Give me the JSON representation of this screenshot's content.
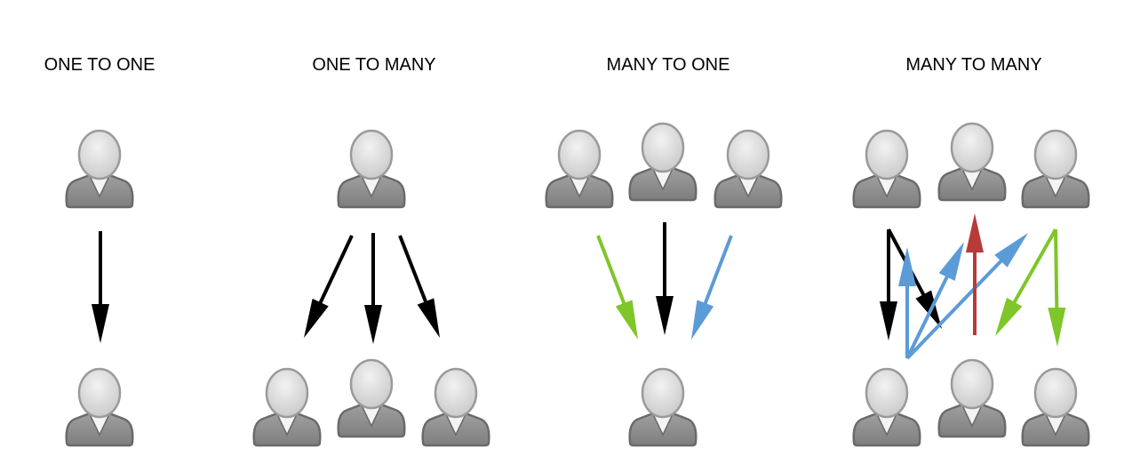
{
  "panels": [
    {
      "title": "ONE TO ONE"
    },
    {
      "title": "ONE TO MANY"
    },
    {
      "title": "MANY TO ONE"
    },
    {
      "title": "MANY TO MANY"
    }
  ],
  "icons": {
    "person": "user-icon"
  },
  "colors": {
    "black": "#000000",
    "green": "#7ec629",
    "blue": "#5b9bd8",
    "red": "#b83a3a",
    "person_head": "#d8d8d8",
    "person_body": "#8c8c8c",
    "person_outline": "#6a6a6a"
  }
}
